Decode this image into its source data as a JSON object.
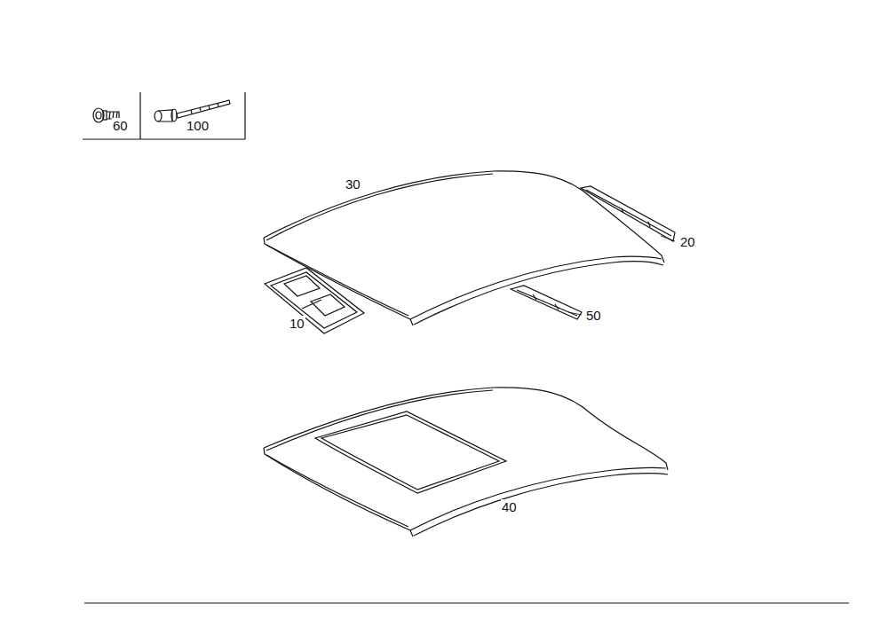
{
  "diagram": {
    "labels": [
      "60",
      "100",
      "30",
      "20",
      "10",
      "50",
      "40"
    ]
  }
}
